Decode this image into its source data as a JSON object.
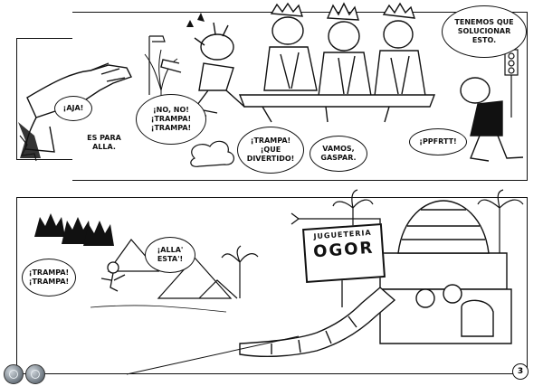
{
  "panel1": {
    "bubbles": {
      "aja": "¡AJA!",
      "es_para_alla": "ES PARA\nALLA.",
      "no_no_trampa": "¡NO, NO!\n¡TRAMPA!\n¡TRAMPA!",
      "trampa_que_divertido": "¡TRAMPA!\n¡QUE\nDIVERTIDO!",
      "vamos_gaspar": "VAMOS,\nGASPAR.",
      "pffrtt": "¡PPFRTT!",
      "tenemos": "TENEMOS QUE\nSOLUCIONAR\nESTO."
    }
  },
  "panel2": {
    "bubbles": {
      "trampa_trampa": "¡TRAMPA!\n¡TRAMPA!",
      "alla_esta": "¡ALLA'\nESTA'!"
    },
    "sign": {
      "top": "JUGUETERIA",
      "main": "OGOR"
    },
    "page_number": "3"
  },
  "viewer": {
    "buttons": [
      "prev-page-icon",
      "next-page-icon"
    ]
  }
}
